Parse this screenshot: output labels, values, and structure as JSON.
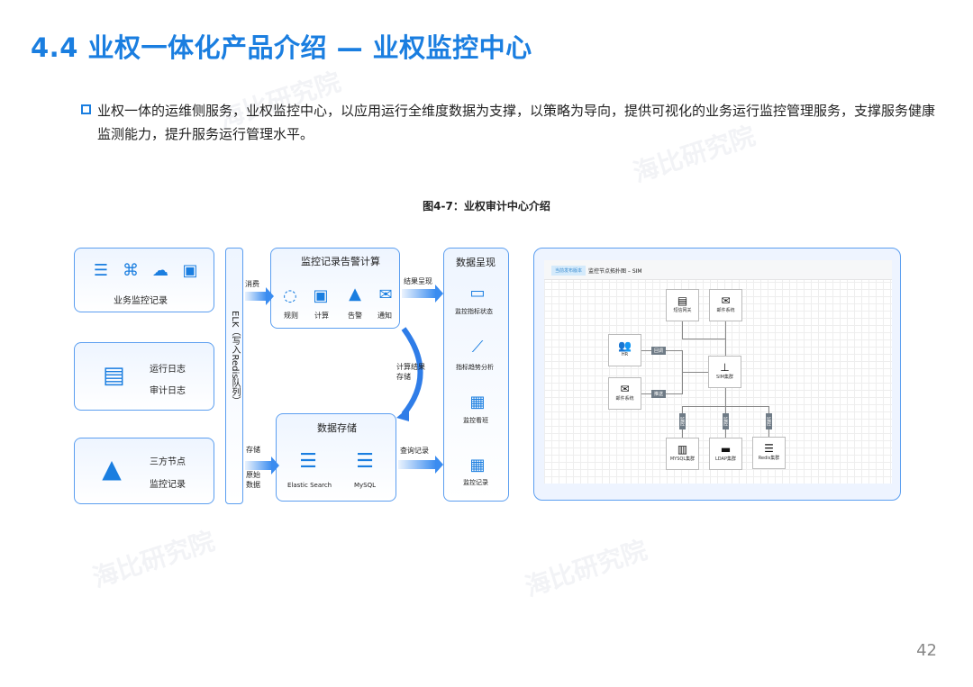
{
  "title": "4.4 业权一体化产品介绍 — 业权监控中心",
  "intro": "业权一体的运维侧服务，业权监控中心，以应用运行全维度数据为支撑，以策略为导向，提供可视化的业务运行监控管理服务，支撑服务健康监测能力，提升服务运行管理水平。",
  "figure_caption": "图4-7：业权审计中心介绍",
  "left": {
    "box1": "业务监控记录",
    "box2_a": "运行日志",
    "box2_b": "审计日志",
    "box3_a": "三方节点",
    "box3_b": "监控记录"
  },
  "elk": "ELK（写入Redis队列）",
  "compute": {
    "title": "监控记录告警计算",
    "items": [
      "规则",
      "计算",
      "告警",
      "通知"
    ]
  },
  "storage": {
    "title": "数据存储",
    "items": [
      "Elastic Search",
      "MySQL"
    ]
  },
  "arrows": {
    "consume": "消费",
    "store": "存储",
    "raw": "原始数据",
    "result": "结果呈现",
    "save_result": "计算结果存储",
    "query": "查询记录"
  },
  "display": {
    "title": "数据呈现",
    "items": [
      "监控指标状态",
      "指标趋势分析",
      "监控看班",
      "监控记录"
    ]
  },
  "topology": {
    "tag": "当前发布版本",
    "title": "监控节点拓扑图 – SIM",
    "nodes": {
      "sms": "短信网关",
      "mail_top": "邮件系统",
      "hr": "HR",
      "mail_left": "邮件系统",
      "sim": "SIM集群",
      "mysql": "MYSQL集群",
      "ldap": "LDAP集群",
      "redis": "Redis集群"
    },
    "labels": {
      "callback": "回调",
      "push": "推送",
      "monitor": "监控"
    }
  },
  "watermark": "海比研究院",
  "page_number": "42"
}
